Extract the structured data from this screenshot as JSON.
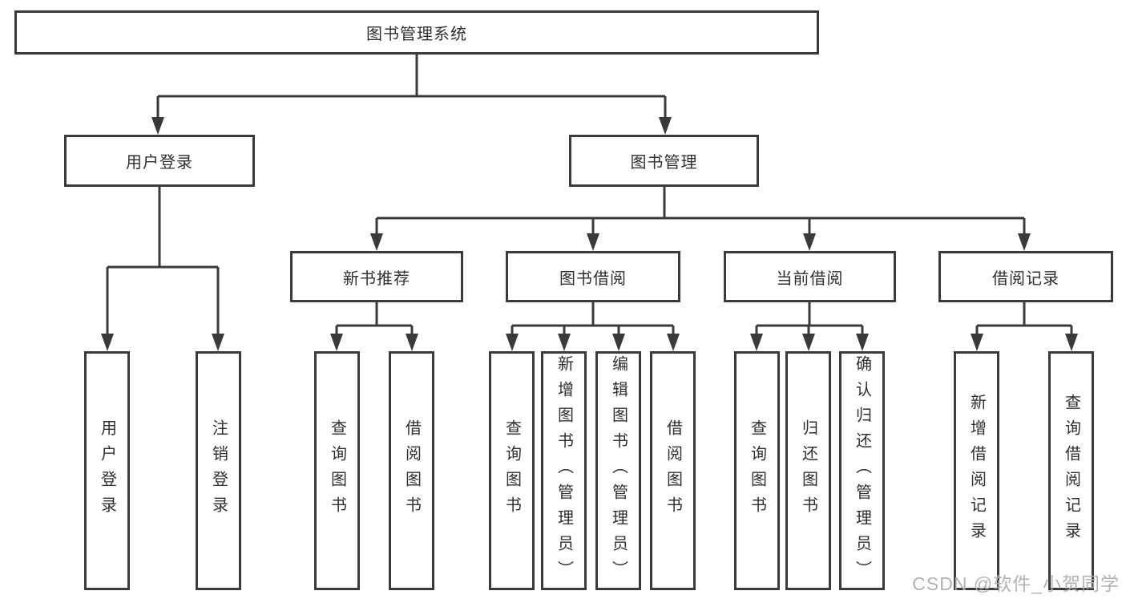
{
  "diagram": {
    "root": {
      "label": "图书管理系统"
    },
    "level2": [
      {
        "label": "用户登录"
      },
      {
        "label": "图书管理"
      }
    ],
    "level3": [
      {
        "label": "新书推荐"
      },
      {
        "label": "图书借阅"
      },
      {
        "label": "当前借阅"
      },
      {
        "label": "借阅记录"
      }
    ],
    "level4": {
      "user_login": [
        "用户登录",
        "注销登录"
      ],
      "new_books": [
        "查询图书",
        "借阅图书"
      ],
      "book_borrow": [
        "查询图书",
        "新增图书（管理员）",
        "编辑图书（管理员）",
        "借阅图书"
      ],
      "current_borrow": [
        "查询图书",
        "归还图书",
        "确认归还（管理员）"
      ],
      "borrow_records": [
        "新增借阅记录",
        "查询借阅记录"
      ]
    }
  },
  "watermark": {
    "text": "CSDN @软件_小贺同学"
  },
  "colors": {
    "line": "#3a3a3a",
    "box_border": "#3a3a3a",
    "text": "#2f2f2f",
    "background": "#ffffff",
    "watermark": "#acacac"
  }
}
